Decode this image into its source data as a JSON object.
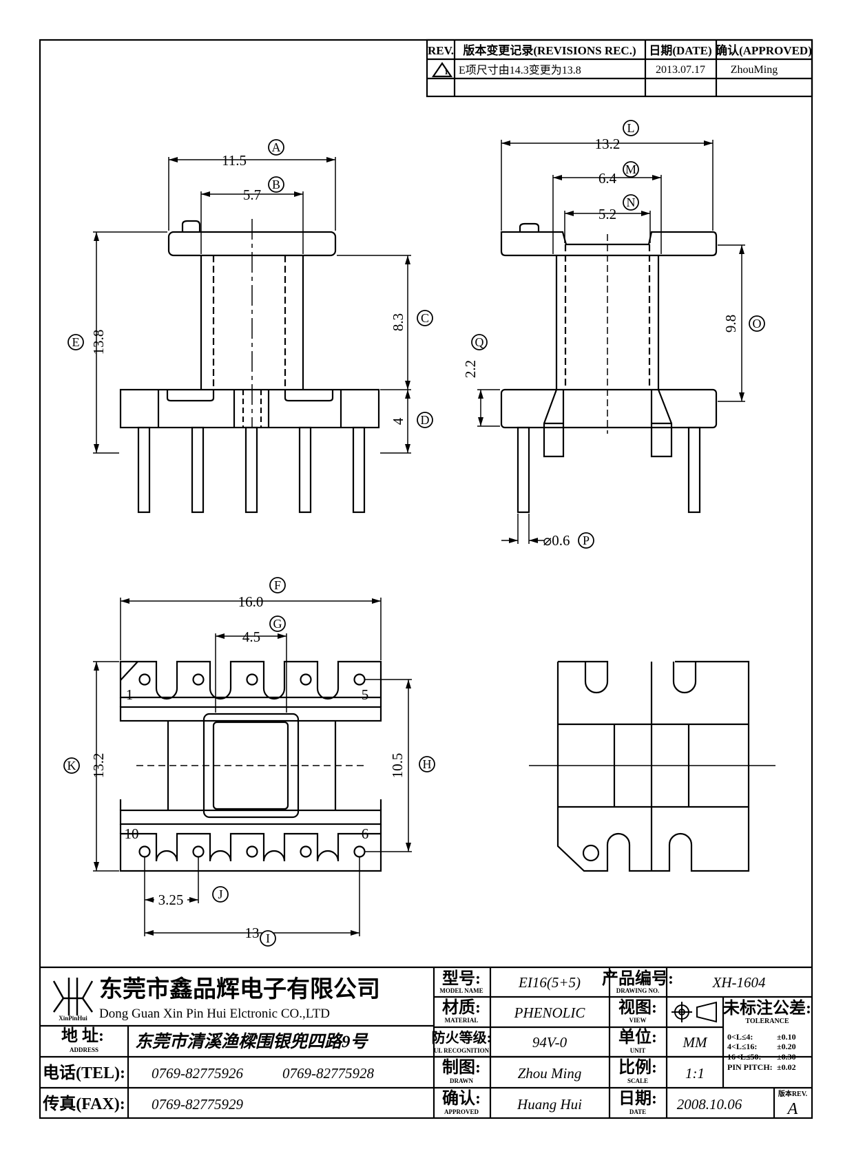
{
  "revisions": {
    "headers": {
      "rev": "REV.",
      "record": "版本变更记录(REVISIONS REC.)",
      "date": "日期(DATE)",
      "approved": "确认(APPROVED)"
    },
    "rows": [
      {
        "rev_mark": "1",
        "record": "E项尺寸由14.3变更为13.8",
        "date": "2013.07.17",
        "approved": "ZhouMing"
      }
    ]
  },
  "dimensions": {
    "A": "11.5",
    "B": "5.7",
    "C": "8.3",
    "D": "4",
    "E": "13.8",
    "F": "16.0",
    "G": "4.5",
    "H": "10.5",
    "I": "13",
    "J": "3.25",
    "K": "13.2",
    "L": "13.2",
    "M": "6.4",
    "N": "5.2",
    "O": "9.8",
    "P": "⌀0.6",
    "Q": "2.2"
  },
  "letters": {
    "A": "A",
    "B": "B",
    "C": "C",
    "D": "D",
    "E": "E",
    "F": "F",
    "G": "G",
    "H": "H",
    "I": "I",
    "J": "J",
    "K": "K",
    "L": "L",
    "M": "M",
    "N": "N",
    "O": "O",
    "P": "P",
    "Q": "Q"
  },
  "pins": {
    "p1": "1",
    "p5": "5",
    "p6": "6",
    "p10": "10"
  },
  "title_block": {
    "company_cn": "东莞市鑫品辉电子有限公司",
    "company_en": "Dong Guan Xin Pin Hui Elctronic CO.,LTD",
    "logo_text": "XinPinHui",
    "address_label": "地  址:",
    "address_label_en": "ADDRESS",
    "address": "东莞市清溪渔樑围银兜四路9号",
    "tel_label": "电话(TEL):",
    "tel1": "0769-82775926",
    "tel2": "0769-82775928",
    "fax_label": "传真(FAX):",
    "fax": "0769-82775929",
    "model_label": "型号:",
    "model_label_en": "MODEL NAME",
    "model": "EI16(5+5)",
    "material_label": "材质:",
    "material_label_en": "MATERIAL",
    "material": "PHENOLIC",
    "ul_label": "防火等级:",
    "ul_label_en": "UL RECOGNITION",
    "ul": "94V-0",
    "drawn_label": "制图:",
    "drawn_label_en": "DRAWN",
    "drawn": "Zhou Ming",
    "approved_label": "确认:",
    "approved_label_en": "APPROVED",
    "approved": "Huang Hui",
    "drawing_no_label": "产品编号:",
    "drawing_no_label_en": "DRAWING NO.",
    "drawing_no": "XH-1604",
    "view_label": "视图:",
    "view_label_en": "VIEW",
    "unit_label": "单位:",
    "unit_label_en": "UNIT",
    "unit": "MM",
    "scale_label": "比例:",
    "scale_label_en": "SCALE",
    "scale": "1:1",
    "date_label": "日期:",
    "date_label_en": "DATE",
    "date": "2008.10.06",
    "tolerance_label": "未标注公差:",
    "tolerance_label_en": "TOLERANCE",
    "tolerances": [
      {
        "range": "0<L≤4:",
        "value": "±0.10"
      },
      {
        "range": "4<L≤16:",
        "value": "±0.20"
      },
      {
        "range": "16<L≤50:",
        "value": "±0.30"
      },
      {
        "range": "PIN PITCH:",
        "value": "±0.02"
      }
    ],
    "rev_label": "版本REV.",
    "rev": "A"
  }
}
